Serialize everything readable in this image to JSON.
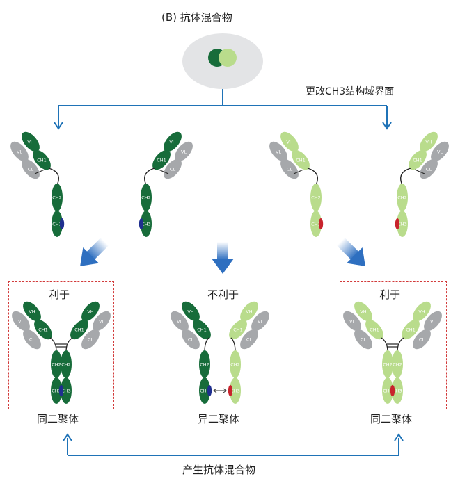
{
  "title": "(B) 抗体混合物",
  "modification_label": "更改CH3结构域界面",
  "outcomes": [
    "利于",
    "不利于",
    "利于"
  ],
  "results": [
    "同二聚体",
    "异二聚体",
    "同二聚体"
  ],
  "product_label": "产生抗体混合物",
  "domain_labels": {
    "vh": "VH",
    "vl": "VL",
    "ch1": "CH1",
    "cl": "CL",
    "ch2": "CH2",
    "ch3": "CH3"
  },
  "colors": {
    "dark_green": "#176c3a",
    "light_green": "#b9dc8c",
    "light_chain_gray": "#a6a8ab",
    "arrow_blue": "#1f73b7",
    "knob_dark_blue": "#1f2f8f",
    "knob_red": "#c8232c",
    "box_red": "#d23b3b",
    "ellipse_gray": "#e3e4e6"
  }
}
